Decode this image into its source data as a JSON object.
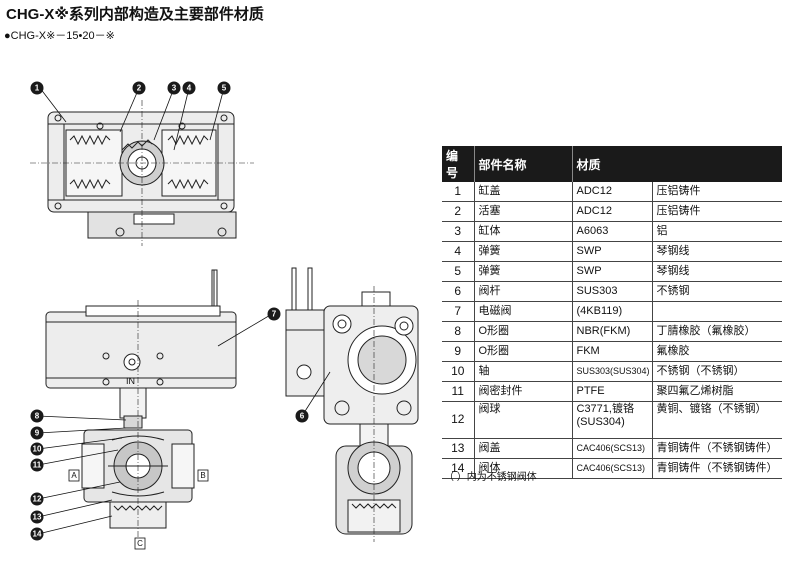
{
  "title": "CHG-X※系列内部构造及主要部件材质",
  "subtitle": "●CHG-X※－15•20－※",
  "table": {
    "headers": [
      "编号",
      "部件名称",
      "材质"
    ],
    "rows": [
      {
        "no": "1",
        "name": "缸盖",
        "code": "ADC12",
        "material": "压铝铸件"
      },
      {
        "no": "2",
        "name": "活塞",
        "code": "ADC12",
        "material": "压铝铸件"
      },
      {
        "no": "3",
        "name": "缸体",
        "code": "A6063",
        "material": "铝"
      },
      {
        "no": "4",
        "name": "弹簧",
        "code": "SWP",
        "material": "琴钢线"
      },
      {
        "no": "5",
        "name": "弹簧",
        "code": "SWP",
        "material": "琴钢线"
      },
      {
        "no": "6",
        "name": "阀杆",
        "code": "SUS303",
        "material": "不锈钢"
      },
      {
        "no": "7",
        "name": "电磁阀",
        "code": "(4KB119)",
        "material": ""
      },
      {
        "no": "8",
        "name": "O形圈",
        "code": "NBR(FKM)",
        "material": "丁腈橡胶（氟橡胶）"
      },
      {
        "no": "9",
        "name": "O形圈",
        "code": "FKM",
        "material": "氟橡胶"
      },
      {
        "no": "10",
        "name": "轴",
        "code": "SUS303(SUS304)",
        "material": "不锈钢（不锈钢）"
      },
      {
        "no": "11",
        "name": "阀密封件",
        "code": "PTFE",
        "material": "聚四氟乙烯树脂"
      },
      {
        "no": "12",
        "name": "阀球",
        "code": "C3771,镀铬 (SUS304)",
        "material": "黄铜、镀铬（不锈钢）"
      },
      {
        "no": "13",
        "name": "阀盖",
        "code": "CAC406(SCS13)",
        "material": "青铜铸件（不锈钢铸件）"
      },
      {
        "no": "14",
        "name": "阀体",
        "code": "CAC406(SCS13)",
        "material": "青铜铸件（不锈钢铸件）"
      }
    ]
  },
  "note": "（ ）内为不锈钢阀体",
  "diagram": {
    "callouts": [
      "1",
      "2",
      "3",
      "4",
      "5",
      "6",
      "7",
      "8",
      "9",
      "10",
      "11",
      "12",
      "13",
      "14"
    ],
    "port_labels": [
      "A",
      "B",
      "C"
    ],
    "in_label": "IN"
  }
}
